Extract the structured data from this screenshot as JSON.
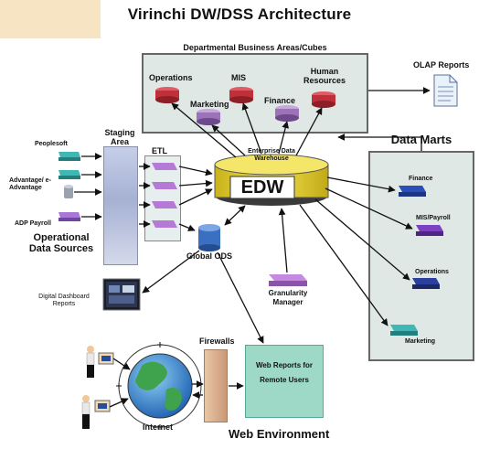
{
  "title": "Virinchi DW/DSS Architecture",
  "departmental": {
    "heading": "Departmental Business Areas/Cubes",
    "items": [
      "Operations",
      "MIS",
      "Human Resources",
      "Marketing",
      "Finance"
    ]
  },
  "olap_reports": "OLAP Reports",
  "data_marts": {
    "heading": "Data Marts",
    "items": [
      "Finance",
      "MIS/Payroll",
      "Operations",
      "Marketing"
    ]
  },
  "staging_area": "Staging Area",
  "etl": "ETL",
  "sources": {
    "items": [
      "Peoplesoft",
      "Advantage/ e-Advantage",
      "ADP Payroll"
    ],
    "heading": "Operational Data Sources"
  },
  "edw": {
    "caption": "Enterprise Data Warehouse",
    "label": "EDW"
  },
  "global_ods": "Global ODS",
  "granularity_manager": "Granularity Manager",
  "digital_dashboard": "Digital Dashboard Reports",
  "firewalls": "Firewalls",
  "web_reports": "Web Reports for Remote Users",
  "internet": "Internet",
  "web_environment": "Web Environment",
  "colors": {
    "cube_red": "#c0303a",
    "cube_purple": "#9c72b8",
    "edw_yellow": "#e6d12c",
    "ods_blue": "#3a6fc2",
    "mart_blue": "#2b4fb8",
    "mart_purple": "#7c40c0",
    "mart_teal": "#3fb7b4",
    "background_panel": "#dfe8e5"
  }
}
